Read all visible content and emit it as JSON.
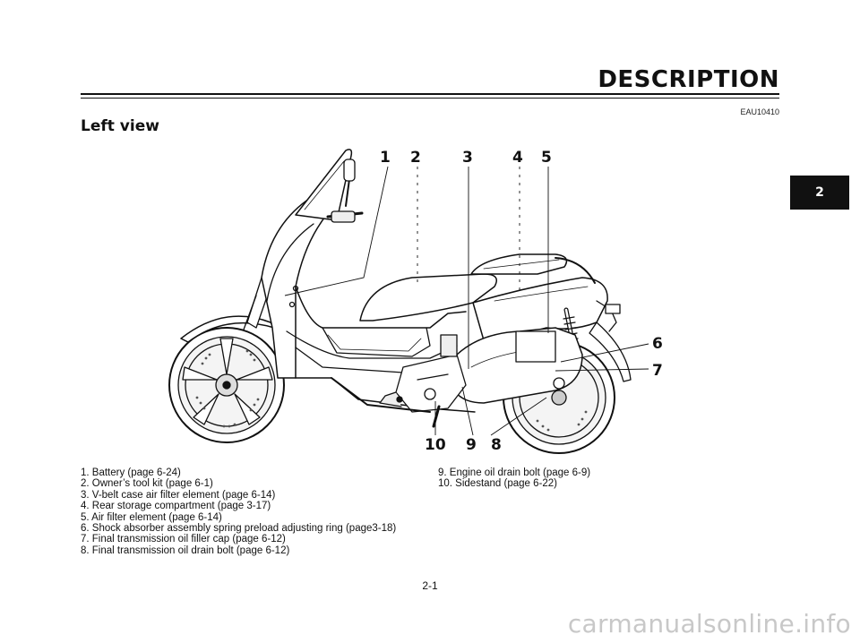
{
  "header": {
    "section_title": "DESCRIPTION",
    "code": "EAU10410"
  },
  "chapter_tab": "2",
  "heading": "Left view",
  "callouts": [
    "1",
    "2",
    "3",
    "4",
    "5",
    "6",
    "7",
    "8",
    "9",
    "10"
  ],
  "legend_left": [
    "1. Battery (page 6-24)",
    "2. Owner’s tool kit (page 6-1)",
    "3. V-belt case air filter element (page 6-14)",
    "4. Rear storage compartment (page 3-17)",
    "5. Air filter element (page 6-14)",
    "6. Shock absorber assembly spring preload adjusting ring (page3-18)",
    "7. Final transmission oil filler cap (page 6-12)",
    "8. Final transmission oil drain bolt (page 6-12)"
  ],
  "legend_right": [
    "9. Engine oil drain bolt (page 6-9)",
    "10. Sidestand (page 6-22)"
  ],
  "page_number": "2-1",
  "watermark": "carmanualsonline.info"
}
